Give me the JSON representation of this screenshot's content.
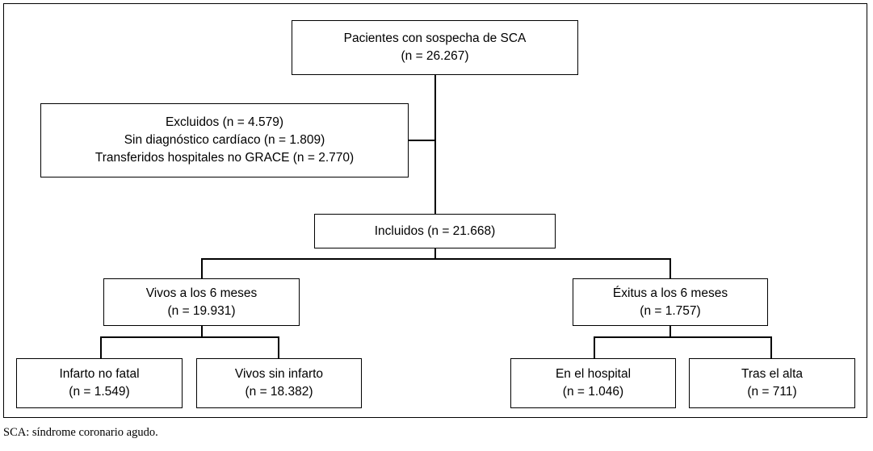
{
  "figure": {
    "type": "flowchart",
    "title_text": "",
    "footnote": "SCA: síndrome coronario agudo.",
    "colors": {
      "background": "#ffffff",
      "line": "#000000",
      "text": "#000000"
    }
  },
  "nodes": {
    "suspected": {
      "line1": "Pacientes con sospecha de SCA",
      "line2": "(n = 26.267)",
      "label": "Pacientes con sospecha de SCA",
      "n": 26267
    },
    "excluded": {
      "line1": "Excluidos (n = 4.579)",
      "line2": "Sin diagnóstico cardíaco (n = 1.809)",
      "line3": "Transferidos hospitales no GRACE (n = 2.770)",
      "n": 4579,
      "sub": [
        {
          "label": "Sin diagnóstico cardíaco",
          "n": 1809
        },
        {
          "label": "Transferidos hospitales no GRACE",
          "n": 2770
        }
      ]
    },
    "included": {
      "line1": "Incluidos (n = 21.668)",
      "label": "Incluidos",
      "n": 21668
    },
    "alive6m": {
      "line1": "Vivos a los 6 meses",
      "line2": "(n = 19.931)",
      "label": "Vivos a los 6 meses",
      "n": 19931
    },
    "dead6m": {
      "line1": "Éxitus a los 6 meses",
      "line2": "(n = 1.757)",
      "label": "Éxitus a los 6 meses",
      "n": 1757
    },
    "nonfatal_mi": {
      "line1": "Infarto no fatal",
      "line2": "(n = 1.549)",
      "label": "Infarto no fatal",
      "n": 1549
    },
    "alive_no_mi": {
      "line1": "Vivos sin infarto",
      "line2": "(n = 18.382)",
      "label": "Vivos sin infarto",
      "n": 18382
    },
    "in_hospital": {
      "line1": "En el hospital",
      "line2": "(n = 1.046)",
      "label": "En el hospital",
      "n": 1046
    },
    "after_discharge": {
      "line1": "Tras el alta",
      "line2": "(n = 711)",
      "label": "Tras el alta",
      "n": 711
    }
  }
}
